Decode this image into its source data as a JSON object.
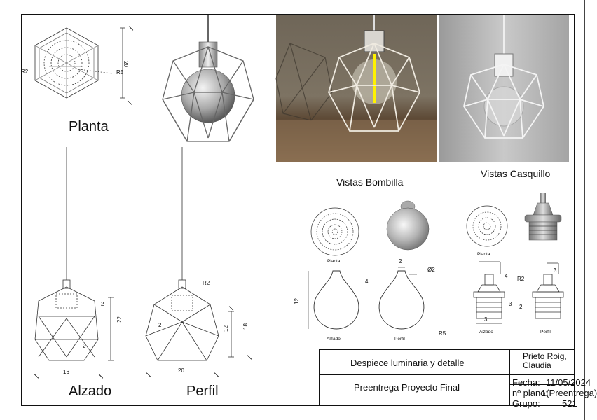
{
  "views": {
    "planta": "Planta",
    "alzado": "Alzado",
    "perfil": "Perfil"
  },
  "section_titles": {
    "bombilla": "Vistas Bombilla",
    "casquillo": "Vistas Casquillo"
  },
  "dims": {
    "planta_r2": "R2",
    "planta_r5": "R5",
    "planta_20": "20",
    "alzado_16": "16",
    "alzado_22": "22",
    "alzado_2": "2",
    "alzado_2b": "2",
    "perfil_20": "20",
    "perfil_12": "12",
    "perfil_18": "18",
    "perfil_r2": "R2",
    "perfil_2": "2"
  },
  "bombilla": {
    "planta": "Planta",
    "alzado": "Alzado",
    "perfil": "Perfil",
    "d_12": "12",
    "d_2": "2",
    "d_4": "4",
    "d_o2": "Ø2",
    "d_r5": "R5"
  },
  "casquillo": {
    "planta": "Planta",
    "alzado": "Alzado",
    "perfil": "Perfil",
    "d_4": "4",
    "d_3a": "3",
    "d_r2": "R2",
    "d_3b": "3",
    "d_2": "2",
    "d_3c": "3"
  },
  "title_block": {
    "title": "Despiece luminaria y detalle",
    "subtitle": "Preentrega Proyecto Final",
    "author": "Prieto Roig,\nClaudia",
    "fecha_label": "Fecha:",
    "fecha_value": "11/05/2024",
    "plano_label": "nº plano:",
    "plano_value": "1(Preentrega)",
    "grupo_label": "Grupo:",
    "grupo_value": "521"
  }
}
